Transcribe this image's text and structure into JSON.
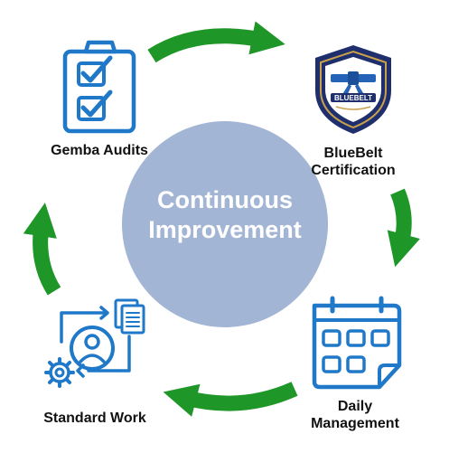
{
  "center": {
    "line1": "Continuous",
    "line2": "Improvement"
  },
  "steps": {
    "gemba": {
      "label": "Gemba Audits"
    },
    "bluebelt": {
      "line1": "BlueBelt",
      "line2": "Certification",
      "badge_text": "BLUEBELT"
    },
    "daily": {
      "line1": "Daily",
      "line2": "Management"
    },
    "standard": {
      "label": "Standard Work"
    }
  },
  "colors": {
    "circle": "#a3b5d4",
    "arrow": "#1e9628",
    "icon": "#1f78c8",
    "badge_navy": "#1f2f6e",
    "badge_gold": "#c9a14b"
  },
  "icons": {
    "gemba": "clipboard-checklist-icon",
    "bluebelt": "belt-shield-badge-icon",
    "daily": "calendar-icon",
    "standard": "workflow-person-gear-icon"
  }
}
